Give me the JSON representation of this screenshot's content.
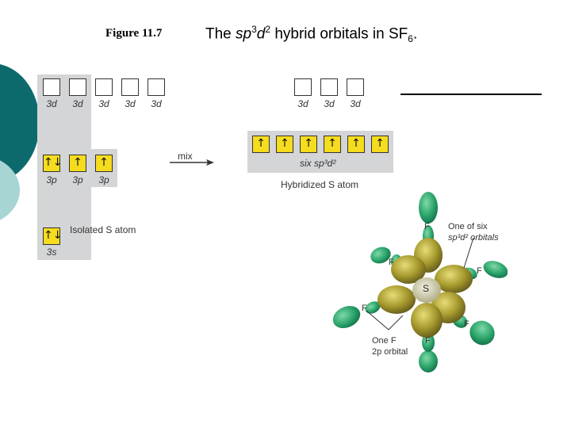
{
  "figure_label": "Figure 11.7",
  "title": {
    "prefix": "The ",
    "sp": "sp",
    "sup1": "3",
    "d": "d",
    "sup2": "2",
    "rest": " hybrid orbitals in SF",
    "sub": "6",
    "end": "."
  },
  "isolated": {
    "d_labels": [
      "3d",
      "3d",
      "3d",
      "3d",
      "3d"
    ],
    "p_labels": [
      "3p",
      "3p",
      "3p"
    ],
    "p_arrows": [
      "↑↓",
      "↑",
      "↑"
    ],
    "s_label": "3s",
    "s_arrow": "↑↓",
    "caption": "Isolated S atom"
  },
  "mix_label": "mix",
  "hybridized": {
    "d_labels": [
      "3d",
      "3d",
      "3d"
    ],
    "arrows": [
      "↑",
      "↑",
      "↑",
      "↑",
      "↑",
      "↑"
    ],
    "six_label": "six sp³d²",
    "caption": "Hybridized S atom"
  },
  "molecule": {
    "center": "S",
    "f_labels": [
      "F",
      "F",
      "F",
      "F",
      "F",
      "F"
    ],
    "annot_hybrid": [
      "One of six",
      "sp³d² orbitals"
    ],
    "annot_f": [
      "One F",
      "2p orbital"
    ]
  },
  "colors": {
    "teal_dark": "#0d6a6c",
    "teal_light": "#a7d5d4",
    "yellow": "#f5dc1e",
    "green": "#2aa36a",
    "gold": "#a79a2e"
  }
}
